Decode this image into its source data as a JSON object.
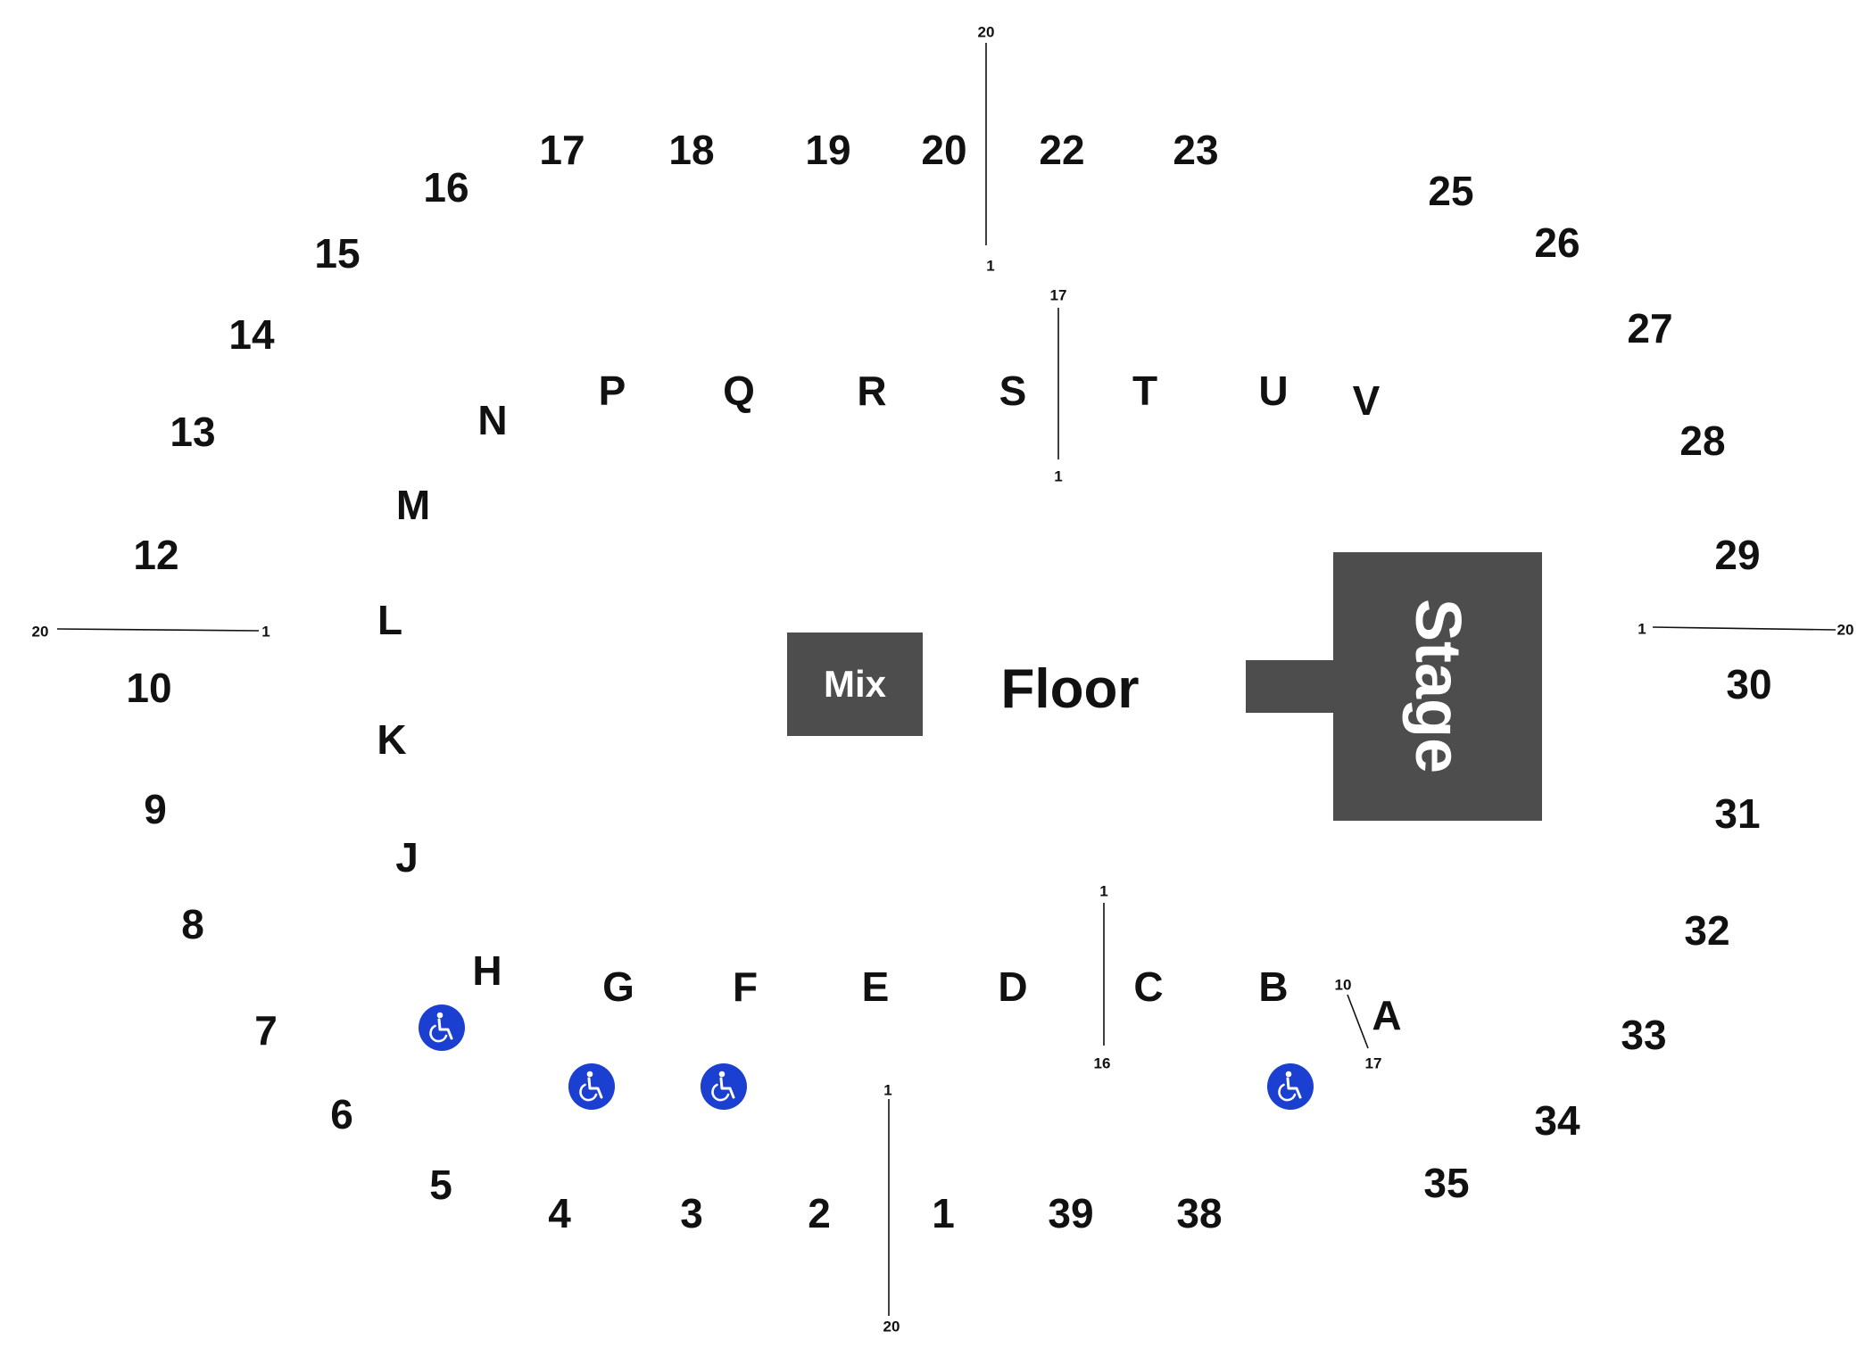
{
  "map": {
    "floor_label": "Floor",
    "stage_label": "Stage",
    "mix_label": "Mix",
    "stage_color": "#4d4d4d",
    "accessible_icon": "wheelchair-icon",
    "accessible_color": "#1a3fd1",
    "sections": {
      "s1": "1",
      "s2": "2",
      "s3": "3",
      "s4": "4",
      "s5": "5",
      "s6": "6",
      "s7": "7",
      "s8": "8",
      "s9": "9",
      "s10": "10",
      "s12": "12",
      "s13": "13",
      "s14": "14",
      "s15": "15",
      "s16": "16",
      "s17": "17",
      "s18": "18",
      "s19": "19",
      "s20": "20",
      "s22": "22",
      "s23": "23",
      "s25": "25",
      "s26": "26",
      "s27": "27",
      "s28": "28",
      "s29": "29",
      "s30": "30",
      "s31": "31",
      "s32": "32",
      "s33": "33",
      "s34": "34",
      "s35": "35",
      "s38": "38",
      "s39": "39"
    },
    "letter_sections": {
      "A": "A",
      "B": "B",
      "C": "C",
      "D": "D",
      "E": "E",
      "F": "F",
      "G": "G",
      "H": "H",
      "J": "J",
      "K": "K",
      "L": "L",
      "M": "M",
      "N": "N",
      "P": "P",
      "Q": "Q",
      "R": "R",
      "S": "S",
      "T": "T",
      "U": "U",
      "V": "V"
    },
    "row_markers": {
      "top_upper_start": "20",
      "top_upper_end": "1",
      "top_lower_start": "17",
      "top_lower_end": "1",
      "left_start": "20",
      "left_end": "1",
      "right_start": "1",
      "right_end": "20",
      "bottom_mid_start": "1",
      "bottom_mid_end": "16",
      "bottom_a_start": "10",
      "bottom_a_end": "17",
      "bottom_lower_start": "1",
      "bottom_lower_end": "20"
    }
  }
}
